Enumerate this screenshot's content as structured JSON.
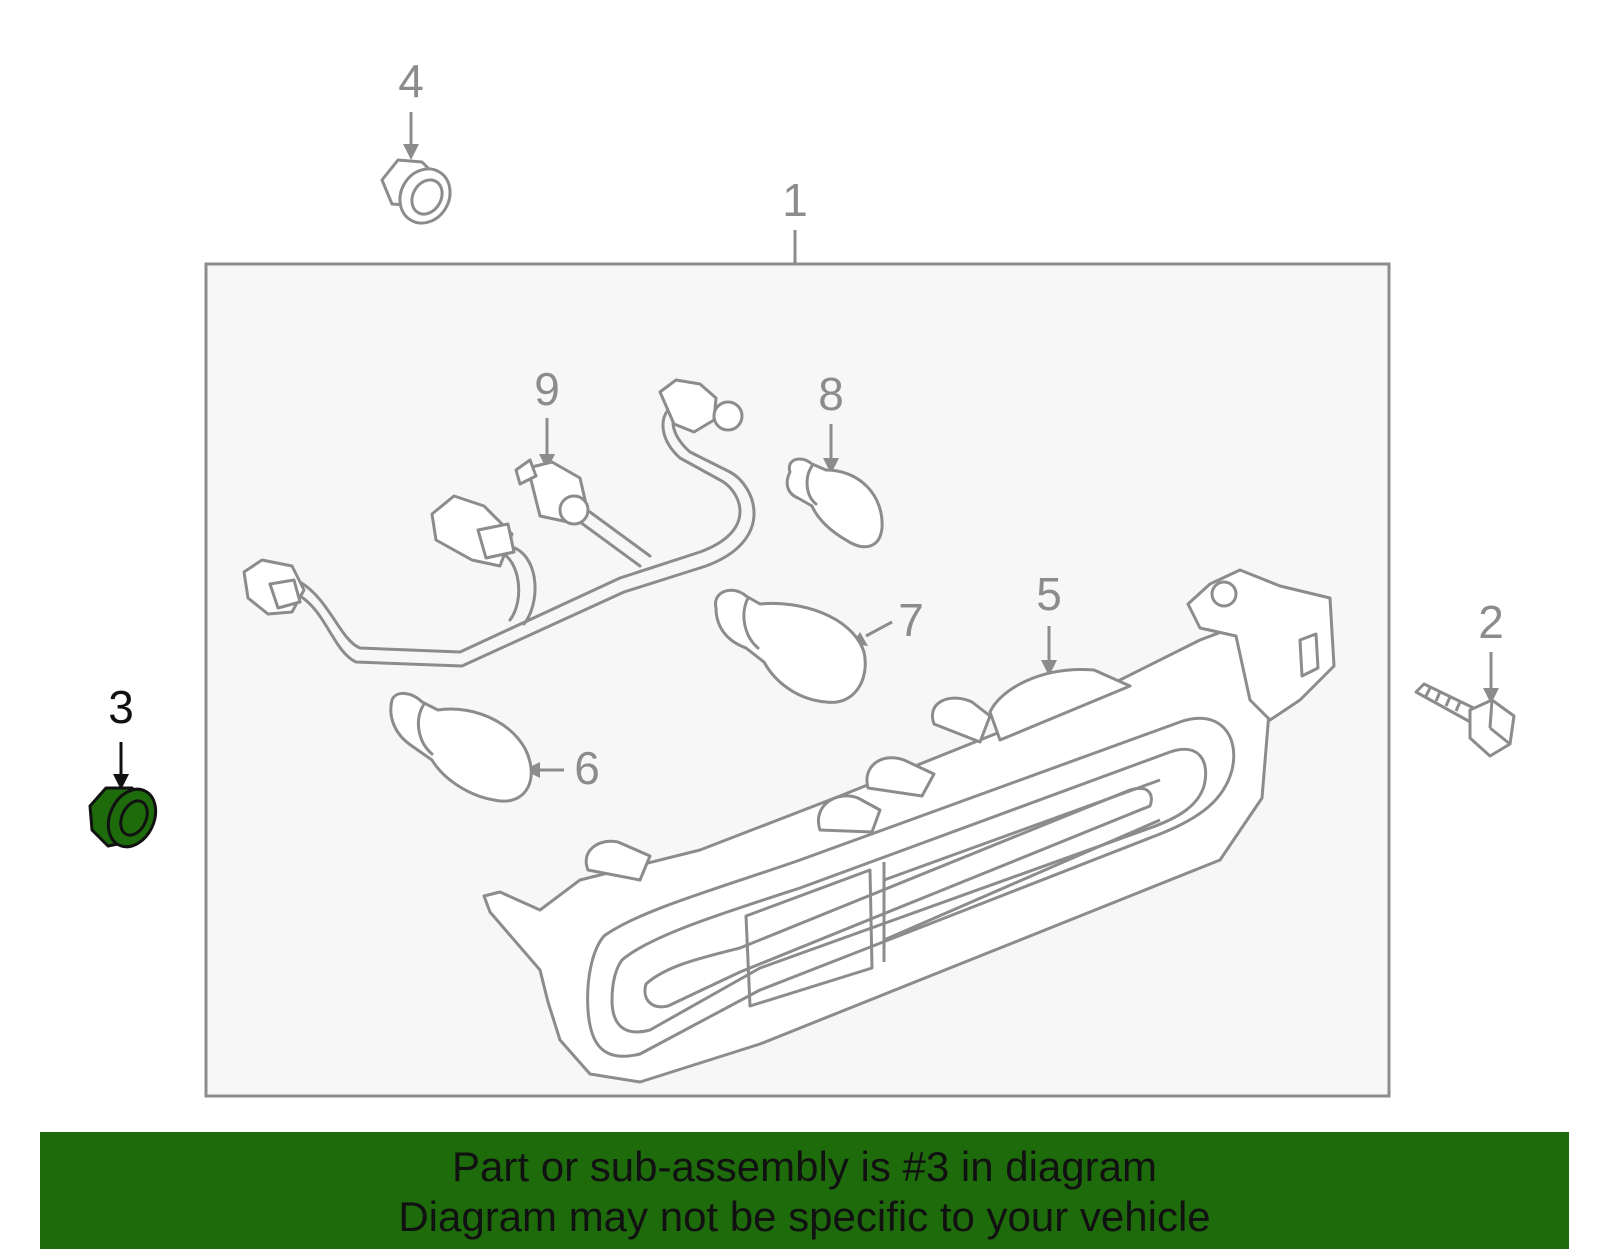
{
  "diagram": {
    "callouts": {
      "c1": "1",
      "c2": "2",
      "c3": "3",
      "c4": "4",
      "c5": "5",
      "c6": "6",
      "c7": "7",
      "c8": "8",
      "c9": "9"
    },
    "highlighted_part": "3",
    "colors": {
      "highlight": "#1e6b0c",
      "line": "#8c8c8c",
      "box_fill": "#f7f7f7"
    }
  },
  "caption": {
    "line1": "Part or sub-assembly is #3 in diagram",
    "line2": "Diagram may not be specific to your vehicle"
  }
}
